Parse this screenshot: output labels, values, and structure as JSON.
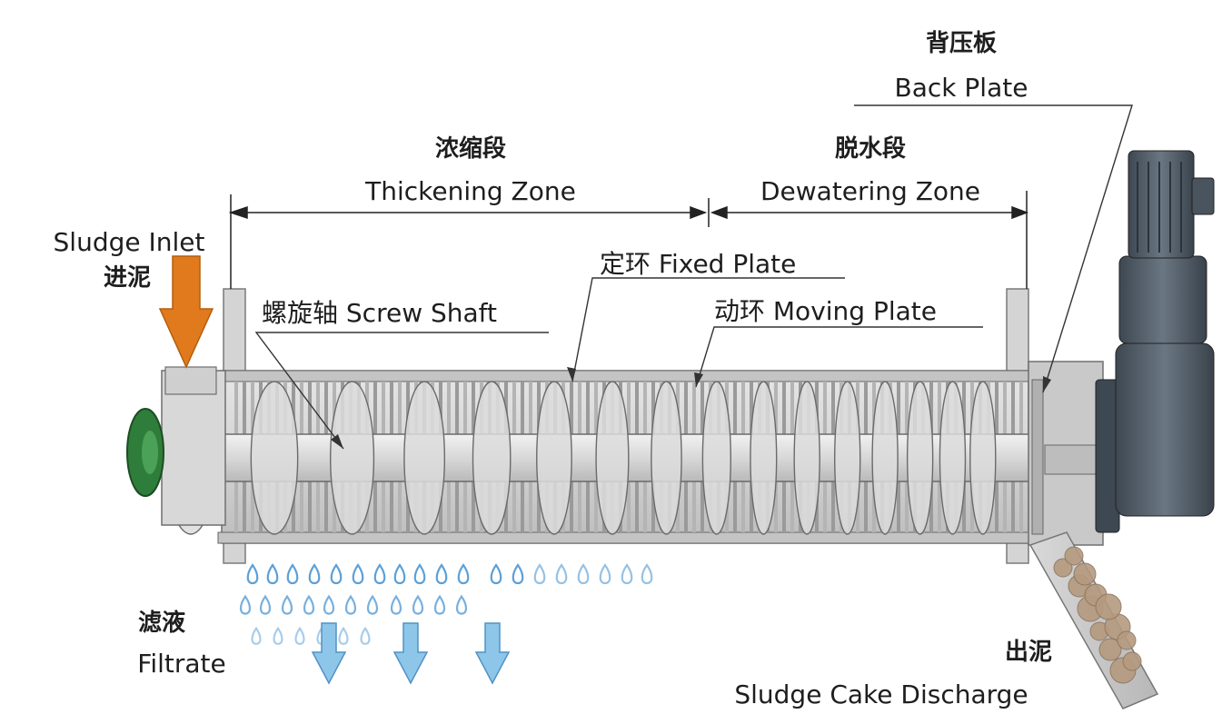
{
  "labels": {
    "back_plate_cn": "背压板",
    "back_plate_en": "Back Plate",
    "thickening_cn": "浓缩段",
    "thickening_en": "Thickening Zone",
    "dewatering_cn": "脱水段",
    "dewatering_en": "Dewatering Zone",
    "sludge_inlet_en": "Sludge Inlet",
    "sludge_inlet_cn": "进泥",
    "fixed_plate": "定环 Fixed Plate",
    "screw_shaft": "螺旋轴 Screw Shaft",
    "moving_plate": "动环 Moving Plate",
    "filtrate_cn": "滤液",
    "filtrate_en": "Filtrate",
    "discharge_cn": "出泥",
    "discharge_en": "Sludge Cake Discharge"
  },
  "colors": {
    "inlet_arrow": "#e07a1c",
    "filtrate_arrow": "#8ec6ea",
    "drops": "#3f8fd0",
    "drum": "#cfcfcf",
    "motor": "#4f5a66",
    "motor_flange": "#2f7d3a",
    "sludge_cake": "#b59a7f"
  }
}
